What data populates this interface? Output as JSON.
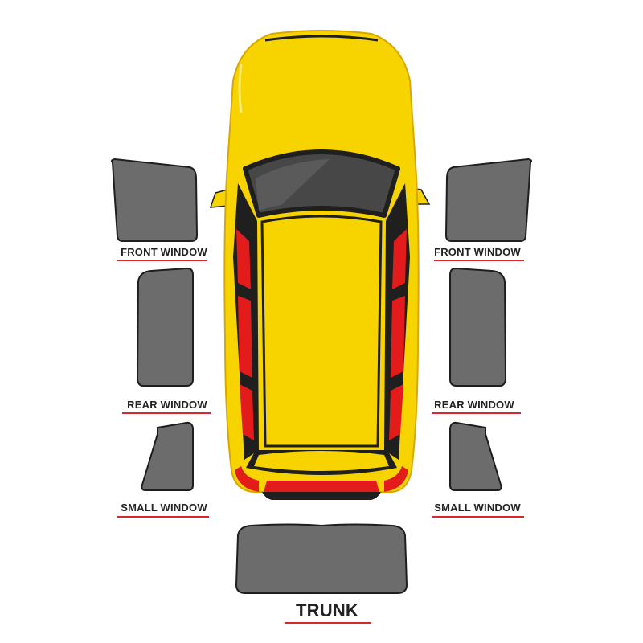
{
  "labels": {
    "front_left": "FRONT WINDOW",
    "front_right": "FRONT WINDOW",
    "rear_left": "REAR WINDOW",
    "rear_right": "REAR WINDOW",
    "small_left": "SMALL WINDOW",
    "small_right": "SMALL WINDOW",
    "trunk": "TRUNK"
  },
  "colors": {
    "car_body": "#f7d300",
    "car_outline": "#1f1f1f",
    "glass": "#4a4a4a",
    "side_glass": "#e31b1b",
    "shade_fill": "#6c6c6c",
    "shade_border": "#1e1e1e",
    "underline": "#d9272e",
    "label_text": "#222222"
  }
}
